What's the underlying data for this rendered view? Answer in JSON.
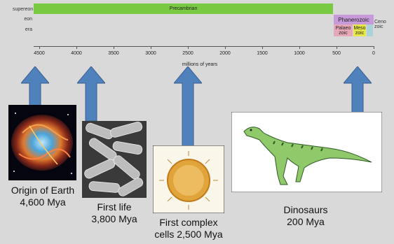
{
  "timeline": {
    "row_labels": {
      "supereon": "supereon",
      "eon": "eon",
      "era": "era"
    },
    "supereon": {
      "label": "Precambrian",
      "color": "#7ac943"
    },
    "eon": {
      "label": "Phanerozoic",
      "color": "#c79bd9"
    },
    "eras": [
      {
        "label": "Palaeo zoic",
        "color": "#e6a8b8"
      },
      {
        "label": "Meso zoic",
        "color": "#e8e84a"
      },
      {
        "label": "Ceno zoic",
        "color": "#a9d2d9"
      }
    ],
    "axis_label": "millions of years",
    "ticks": [
      "4500",
      "4000",
      "3500",
      "3000",
      "2500",
      "2000",
      "1500",
      "1000",
      "500",
      "0"
    ]
  },
  "arrow_color": "#4f81bd",
  "events": [
    {
      "line1": "Origin of Earth",
      "line2": "4,600 Mya"
    },
    {
      "line1": "First life",
      "line2": "3,800 Mya"
    },
    {
      "line1": "First complex",
      "line2": "cells 2,500 Mya"
    },
    {
      "line1": "Dinosaurs",
      "line2": "200 Mya"
    }
  ]
}
